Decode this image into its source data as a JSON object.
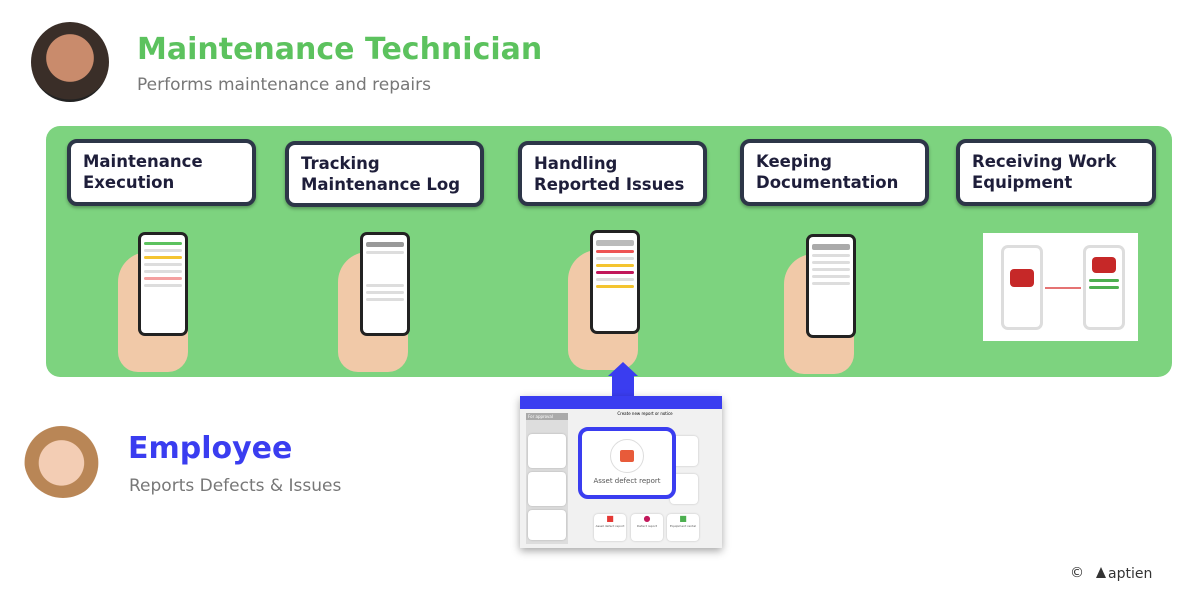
{
  "technician": {
    "name": "Maintenance Technician",
    "subtitle": "Performs maintenance and repairs",
    "color": "#5cc25e"
  },
  "employee": {
    "name": "Employee",
    "subtitle": "Reports Defects & Issues",
    "color": "#3a3df0"
  },
  "steps": [
    {
      "label": "Maintenance Execution"
    },
    {
      "label": "Tracking Maintenance Log"
    },
    {
      "label": "Handling Reported Issues"
    },
    {
      "label": "Keeping Documentation"
    },
    {
      "label": "Receiving Work Equipment"
    }
  ],
  "app_screen": {
    "sidebar_title": "For approval",
    "header": "Create new report or notice",
    "highlight": "Asset defect report",
    "tiles": [
      "Asset defect report",
      "Defect report",
      "Equipment rental"
    ]
  },
  "footer": {
    "copyright": "©",
    "brand": "aptien"
  }
}
